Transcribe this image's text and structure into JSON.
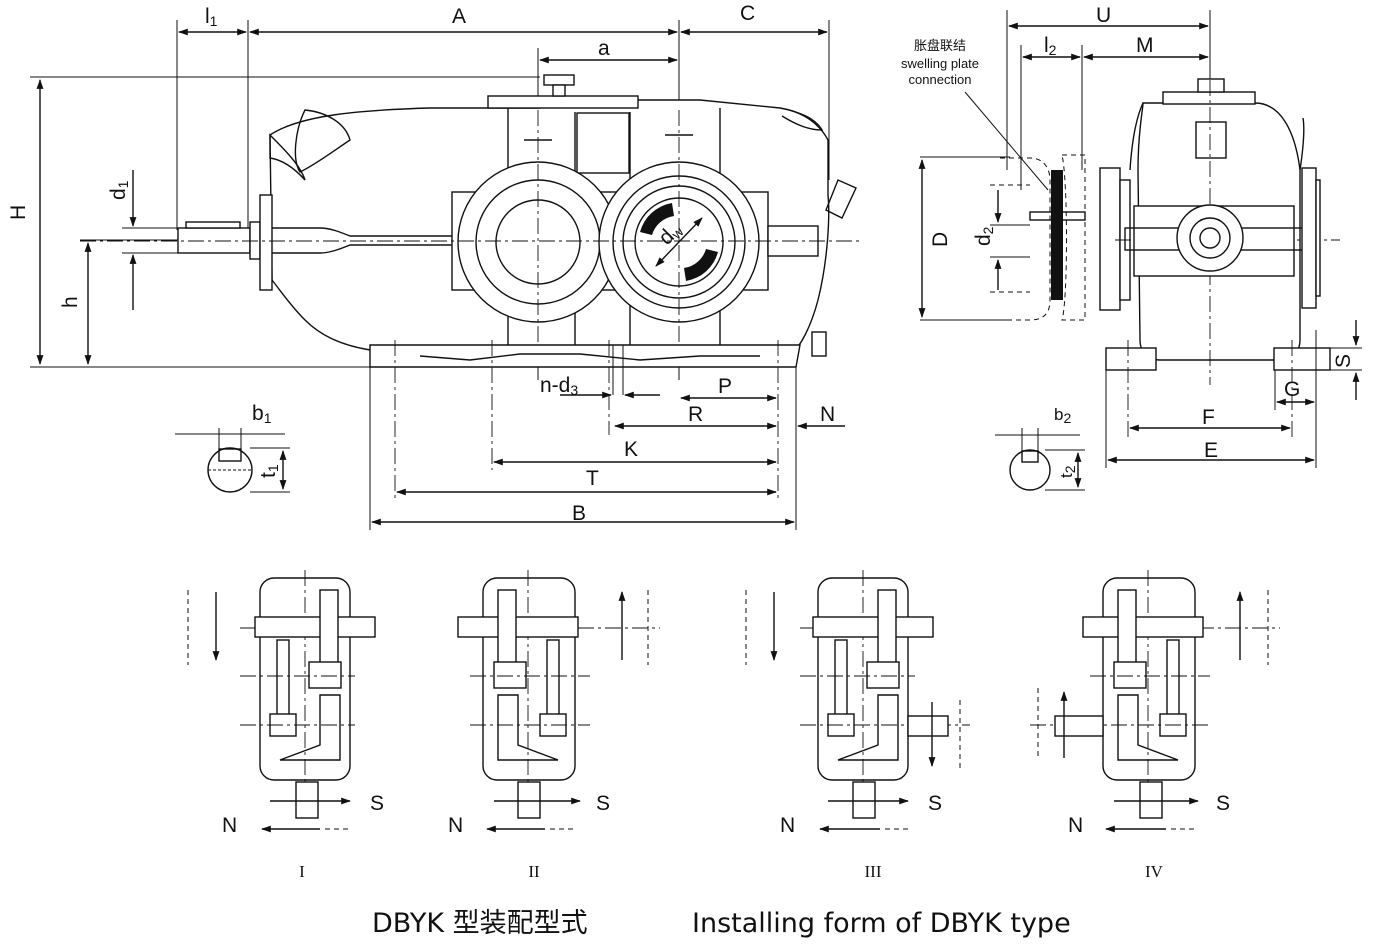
{
  "dims_main": {
    "l1": "l",
    "l1_sub": "1",
    "A": "A",
    "C": "C",
    "a": "a",
    "H": "H",
    "h": "h",
    "d1": "d",
    "d1_sub": "1",
    "dw": "d",
    "dw_sub": "w",
    "n_d3": "n-d",
    "n_d3_sub": "3",
    "P": "P",
    "R": "R",
    "N": "N",
    "K": "K",
    "T": "T",
    "B": "B",
    "b1": "b",
    "b1_sub": "1",
    "t1": "t",
    "t1_sub": "1"
  },
  "dims_side": {
    "U": "U",
    "M": "M",
    "l2": "l",
    "l2_sub": "2",
    "note_cn": "胀盘联结",
    "note_en_1": "swelling plate",
    "note_en_2": "connection",
    "D": "D",
    "d2": "d",
    "d2_sub": "2",
    "S": "S",
    "G": "G",
    "F": "F",
    "E": "E",
    "b2": "b",
    "b2_sub": "2",
    "t2": "t",
    "t2_sub": "2"
  },
  "forms": [
    {
      "numeral": "I",
      "s_label": "S",
      "n_label": "N"
    },
    {
      "numeral": "II",
      "s_label": "S",
      "n_label": "N"
    },
    {
      "numeral": "III",
      "s_label": "S",
      "n_label": "N"
    },
    {
      "numeral": "IV",
      "s_label": "S",
      "n_label": "N"
    }
  ],
  "caption": {
    "chinese": "DBYK 型装配型式",
    "english": "Installing form of DBYK type"
  }
}
